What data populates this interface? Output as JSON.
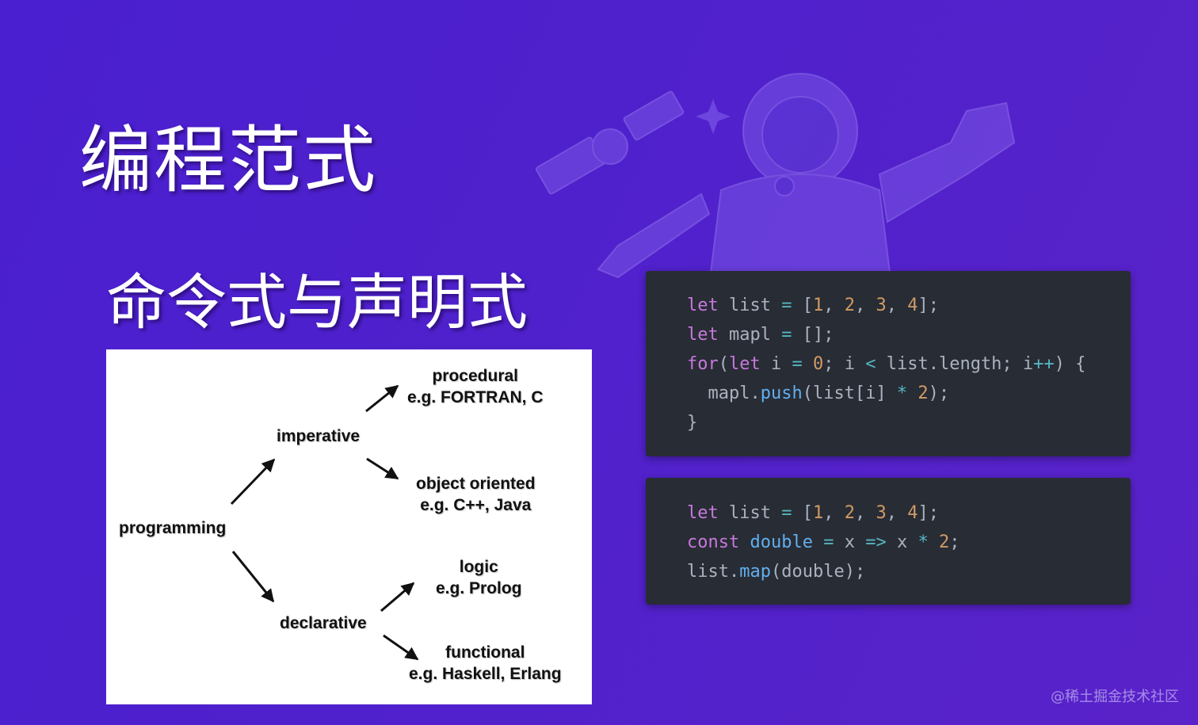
{
  "slide": {
    "title": "编程范式",
    "subtitle": "命令式与声明式",
    "watermark": "@稀土掘金技术社区"
  },
  "diagram": {
    "root": "programming",
    "imperative": "imperative",
    "declarative": "declarative",
    "procedural": {
      "name": "procedural",
      "example": "e.g. FORTRAN, C"
    },
    "object_oriented": {
      "name": "object oriented",
      "example": "e.g. C++, Java"
    },
    "logic": {
      "name": "logic",
      "example": "e.g. Prolog"
    },
    "functional": {
      "name": "functional",
      "example": "e.g. Haskell, Erlang"
    }
  },
  "code_imperative": {
    "line1": {
      "kw": "let",
      "text": " list ",
      "op": "=",
      "open": " [",
      "n1": "1",
      "c1": ", ",
      "n2": "2",
      "c2": ", ",
      "n3": "3",
      "c3": ", ",
      "n4": "4",
      "close": "];"
    },
    "line2": {
      "kw": "let",
      "text": " mapl ",
      "op": "=",
      "rest": " [];"
    },
    "line3": {
      "kw_for": "for",
      "paren": "(",
      "kw_let": "let",
      "text1": " i ",
      "op1": "=",
      "sp": " ",
      "n0": "0",
      "text2": "; i ",
      "op2": "<",
      "text3": " list.length; i",
      "op3": "++",
      "text4": ") {"
    },
    "line4": {
      "indent": "  mapl.",
      "fn": "push",
      "text1": "(list[i] ",
      "op": "*",
      "sp": " ",
      "n2": "2",
      "text2": ");"
    },
    "line5": {
      "text": "}"
    }
  },
  "code_declarative": {
    "line1": {
      "kw": "let",
      "text": " list ",
      "op": "=",
      "open": " [",
      "n1": "1",
      "c1": ", ",
      "n2": "2",
      "c2": ", ",
      "n3": "3",
      "c3": ", ",
      "n4": "4",
      "close": "];"
    },
    "line2": {
      "kw": "const",
      "sp": " ",
      "fn": "double",
      "sp2": " ",
      "op1": "=",
      "text1": " x ",
      "op2": "=>",
      "text2": " x ",
      "op3": "*",
      "sp3": " ",
      "n2": "2",
      "semi": ";"
    },
    "line3": {
      "text1": "list.",
      "fn": "map",
      "text2": "(double);"
    }
  }
}
